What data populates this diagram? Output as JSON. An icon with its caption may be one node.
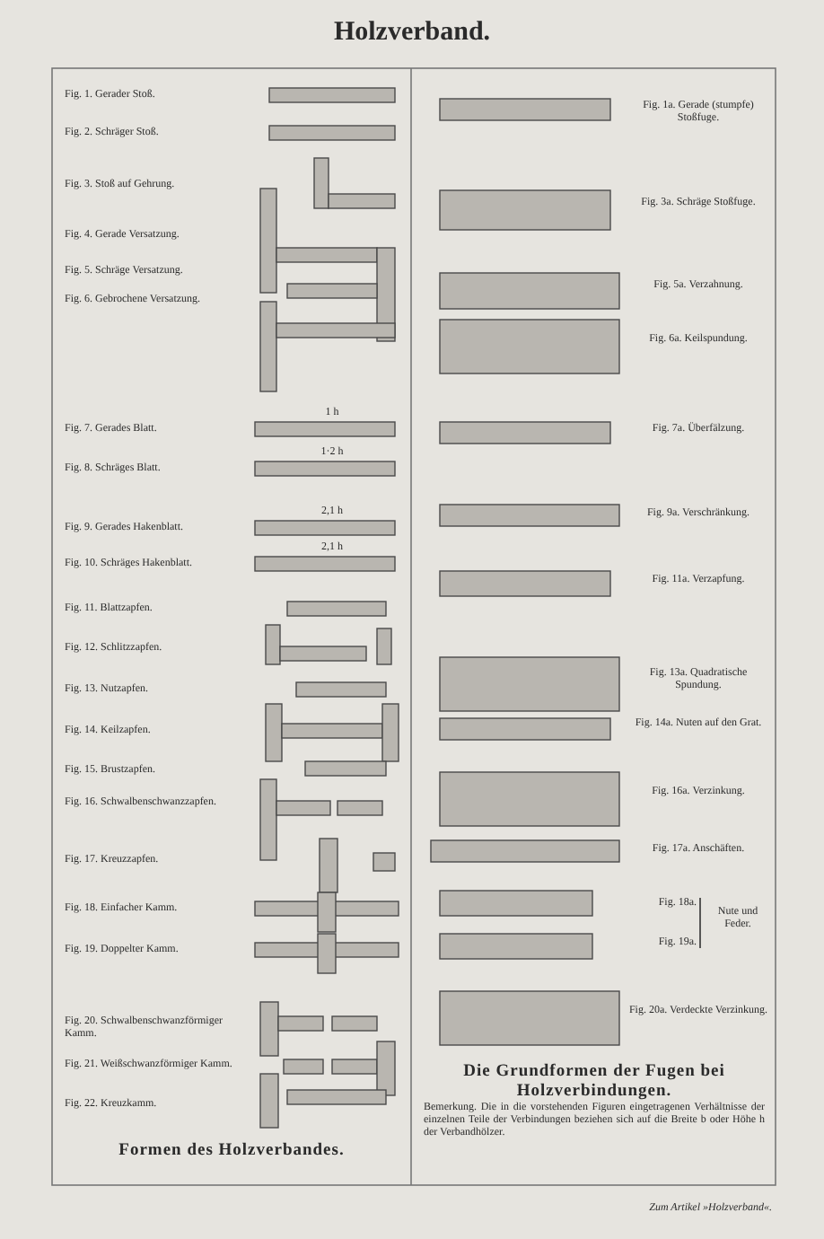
{
  "diagram": {
    "title": "Holzverband.",
    "labels": [
      "Fig. 1. Gerader Stoß.",
      "Fig. 2. Schräger Stoß.",
      "Fig. 3. Stoß auf Gehrung.",
      "Fig. 4. Gerade Versatzung.",
      "Fig. 5. Schräge Versatzung.",
      "Fig. 6. Gebrochene Versatzung.",
      "Fig. 7. Gerades Blatt.",
      "1 h",
      "Fig. 8. Schräges Blatt.",
      "1·2 h",
      "Fig. 9. Gerades Hakenblatt.",
      "2,1 h",
      "Fig. 10. Schräges Hakenblatt.",
      "2,1 h",
      "Fig. 11. Blattzapfen.",
      "Fig. 12. Schlitzzapfen.",
      "Fig. 13. Nutzapfen.",
      "Fig. 14. Keilzapfen.",
      "Fig. 15. Brustzapfen.",
      "Fig. 16. Schwalbenschwanzzapfen.",
      "Fig. 17. Kreuzzapfen.",
      "Fig. 18. Einfacher Kamm.",
      "Fig. 19. Doppelter Kamm.",
      "Fig. 20. Schwalbenschwanzförmiger Kamm.",
      "Fig. 21. Weißschwanzförmiger Kamm.",
      "Fig. 22. Kreuzkamm.",
      "Formen des Holzverbandes.",
      "Fig. 1a. Gerade (stumpfe) Stoßfuge.",
      "Fig. 3a. Schräge Stoßfuge.",
      "Fig. 5a. Verzahnung.",
      "Fig. 6a. Keilspundung.",
      "Fig. 7a. Überfälzung.",
      "Fig. 9a. Verschränkung.",
      "Fig. 11a. Verzapfung.",
      "Fig. 13a. Quadratische Spundung.",
      "Fig. 14a. Nuten auf den Grat.",
      "Fig. 16a. Verzinkung.",
      "Fig. 17a. Anschäften.",
      "Fig. 18a.",
      "Fig. 19a.",
      "Nute und Feder.",
      "Fig. 20a. Verdeckte Verzinkung.",
      "Die Grundformen der Fugen bei Holzverbindungen.",
      "Bemerkung. Die in die vorstehenden Figuren eingetragenen Verhältnisse der einzelnen Teile der Verbindungen beziehen sich auf die Breite b oder Höhe h der Verbandhölzer.",
      "Zum Artikel »Holzverband«."
    ]
  }
}
